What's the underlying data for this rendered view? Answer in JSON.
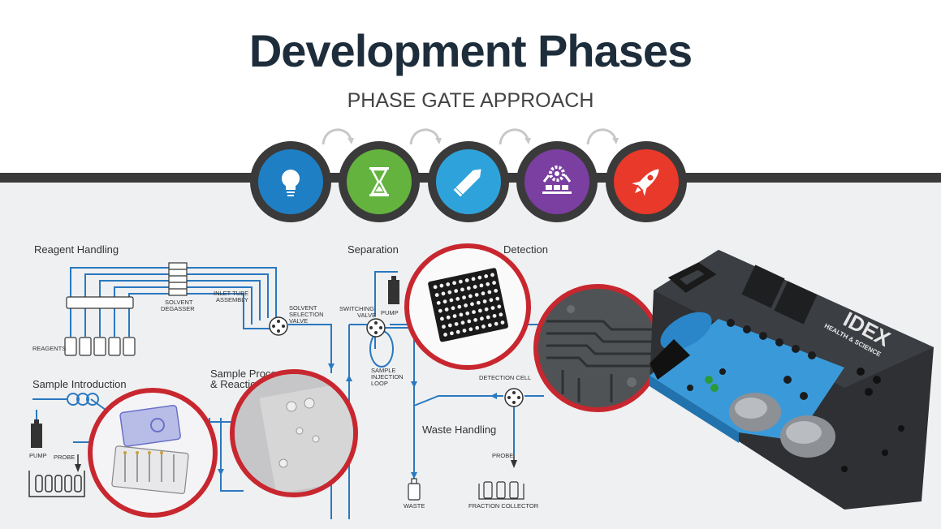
{
  "header": {
    "title": "Development Phases",
    "subtitle": "PHASE GATE APPROACH"
  },
  "phases": [
    {
      "icon": "lightbulb-icon",
      "color": "#1f7fc4"
    },
    {
      "icon": "hourglass-icon",
      "color": "#63b33e"
    },
    {
      "icon": "pencil-icon",
      "color": "#2ea3db"
    },
    {
      "icon": "gear-assembly-icon",
      "color": "#7a3fa0"
    },
    {
      "icon": "rocket-icon",
      "color": "#e8392a"
    }
  ],
  "diagram": {
    "sections": {
      "reagent_handling": "Reagent Handling",
      "sample_introduction": "Sample Introduction",
      "sample_processing": "Sample Processing",
      "sample_processing_2": "& Reaction",
      "separation": "Separation",
      "detection": "Detection",
      "waste_handling": "Waste Handling"
    },
    "labels": {
      "reagents": "REAGENTS",
      "solvent_degasser_1": "SOLVENT",
      "solvent_degasser_2": "DEGASSER",
      "inlet_tube_1": "INLET TUBE",
      "inlet_tube_2": "ASSEMBLY",
      "solvent_valve_1": "SOLVENT",
      "solvent_valve_2": "SELECTION",
      "solvent_valve_3": "VALVE",
      "switching_valve_1": "SWITCHING",
      "switching_valve_2": "VALVE",
      "pump_top": "PUMP",
      "sample_loop_1": "SAMPLE",
      "sample_loop_2": "INJECTION",
      "sample_loop_3": "LOOP",
      "detection_cell": "DETECTION CELL",
      "pump_left": "PUMP",
      "probe_left": "PROBE",
      "probe_right": "PROBE",
      "waste": "WASTE",
      "fraction_collector": "FRACTION COLLECTOR"
    },
    "product_logo": "IDEX",
    "product_logo_sub": "HEALTH & SCIENCE",
    "line_color": "#2a78c0",
    "ring_color": "#c8272f"
  }
}
